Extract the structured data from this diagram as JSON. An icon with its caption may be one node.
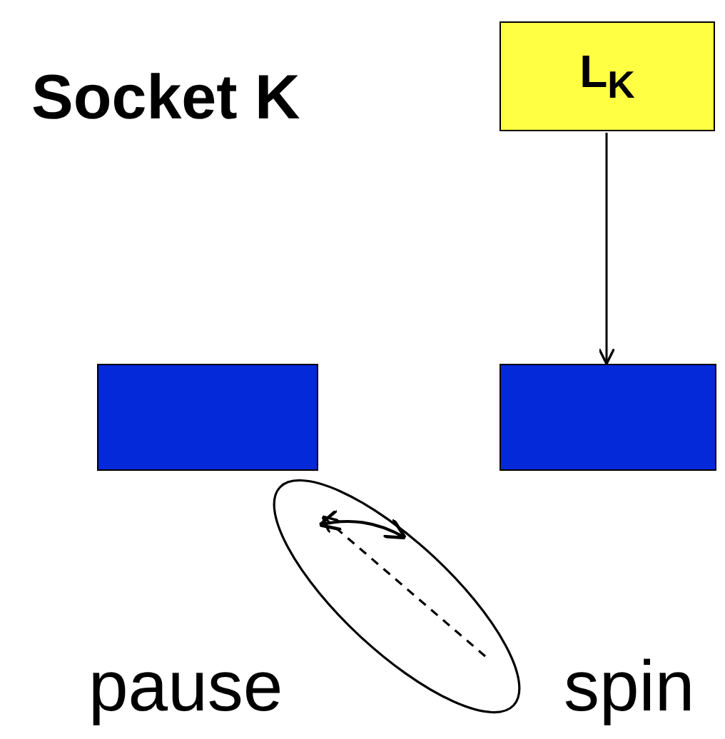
{
  "diagram": {
    "title": "Socket K",
    "nodes": [
      {
        "text": [
          "L$_{K}$"
        ]
      },
      {
        "text": [],
        "shape": "box"
      },
      {
        "text": [],
        "shape": "box"
      }
    ],
    "edges": [
      {
        "from": 0,
        "to": 2,
        "arrow": "to"
      }
    ],
    "labels": [
      "pause",
      "spin"
    ]
  }
}
